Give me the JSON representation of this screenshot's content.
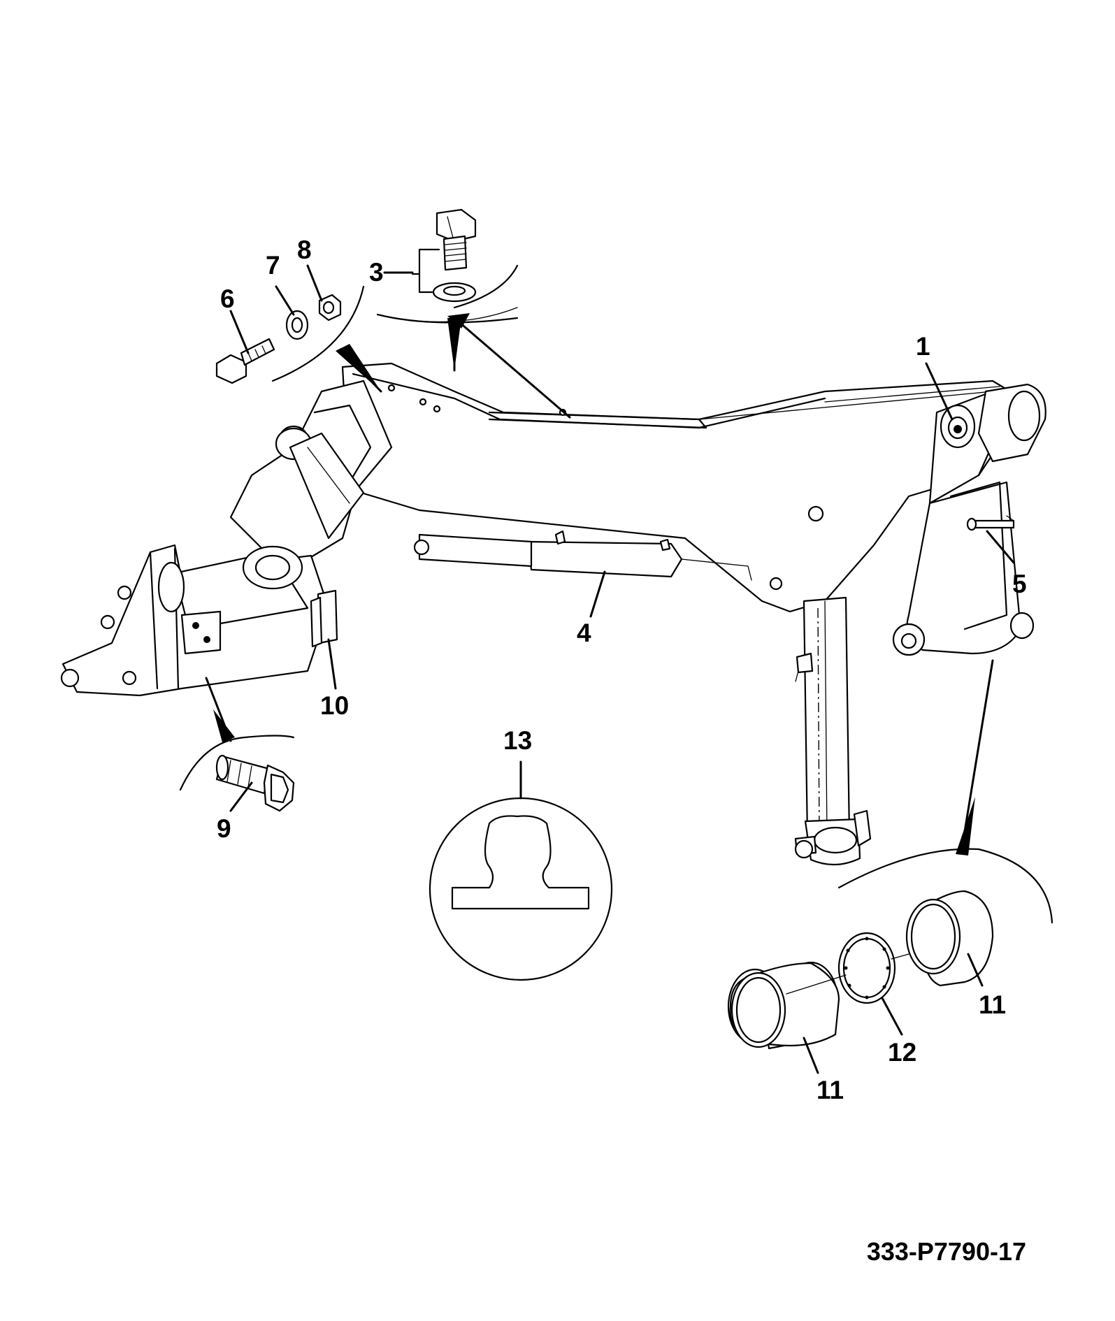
{
  "callouts": {
    "c1": "1",
    "c3": "3",
    "c4": "4",
    "c5": "5",
    "c6": "6",
    "c7": "7",
    "c8": "8",
    "c9": "9",
    "c10": "10",
    "c11a": "11",
    "c11b": "11",
    "c12": "12",
    "c13": "13"
  },
  "drawing_number": "333-P7790-17"
}
